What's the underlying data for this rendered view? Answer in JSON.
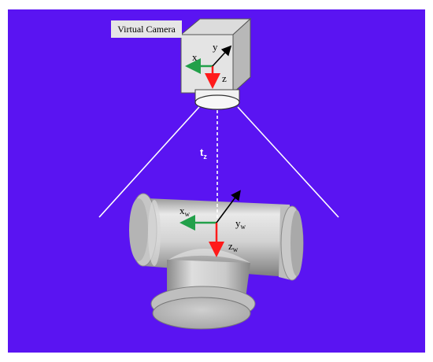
{
  "colors": {
    "background": "#5a14f2",
    "x_axis": "#22a04a",
    "z_axis": "#ff1a1a",
    "y_axis": "#000000",
    "projection_lines": "#ffffff",
    "pipe_fitting": "#cfcfcf"
  },
  "camera": {
    "label": "Virtual Camera",
    "axis_x": "x",
    "axis_y": "y",
    "axis_z": "z"
  },
  "translation": {
    "base": "t",
    "subscript": "z"
  },
  "world": {
    "x_base": "x",
    "x_sub": "w",
    "y_base": "y",
    "y_sub": "w",
    "z_base": "z",
    "z_sub": "w"
  }
}
